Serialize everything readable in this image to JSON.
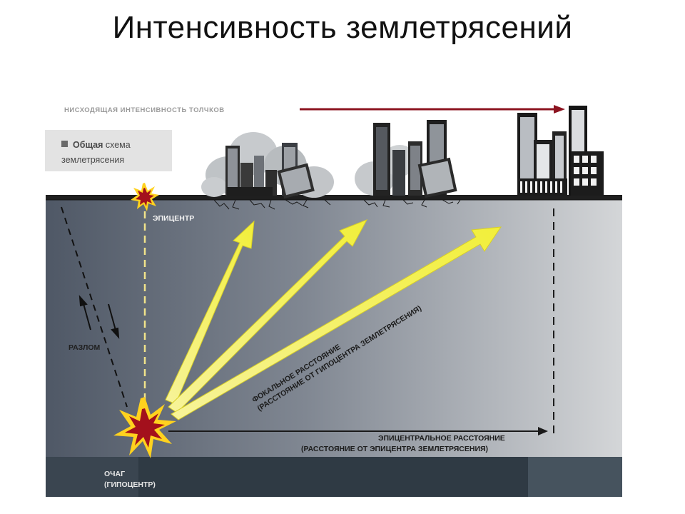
{
  "slide": {
    "title": "Интенсивность землетрясений"
  },
  "diagram": {
    "top_arrow_label": "НИСХОДЯЩАЯ ИНТЕНСИВНОСТЬ ТОЛЧКОВ",
    "legend": {
      "line1_bold": "Общая",
      "line1_rest": " схема",
      "line2": "землетрясения"
    },
    "epicenter_label": "ЭПИЦЕНТР",
    "fault_label": "РАЗЛОМ",
    "focal_distance": {
      "line1": "ФОКАЛЬНОЕ РАССТОЯНИЕ",
      "line2": "(РАССТОЯНИЕ ОТ ГИПОЦЕНТРА ЗЕМЛЕТРЯСЕНИЯ)"
    },
    "epicentral_distance": {
      "line1": "ЭПИЦЕНТРАЛЬНОЕ РАССТОЯНИЕ",
      "line2": "(РАССТОЯНИЕ ОТ ЭПИЦЕНТРА ЗЕМЛЕТРЯСЕНИЯ)"
    },
    "hypocenter": {
      "line1": "ОЧАГ",
      "line2": "(ГИПОЦЕНТР)"
    }
  },
  "colors": {
    "arrow_red": "#8c1420",
    "ray_yellow": "#f2ef3a",
    "star_red": "#a3101c",
    "star_yellow": "#ffd21e",
    "ground_dark": "#4f5866",
    "ground_light": "#d4d6d8",
    "surface": "#1f1f1f"
  }
}
